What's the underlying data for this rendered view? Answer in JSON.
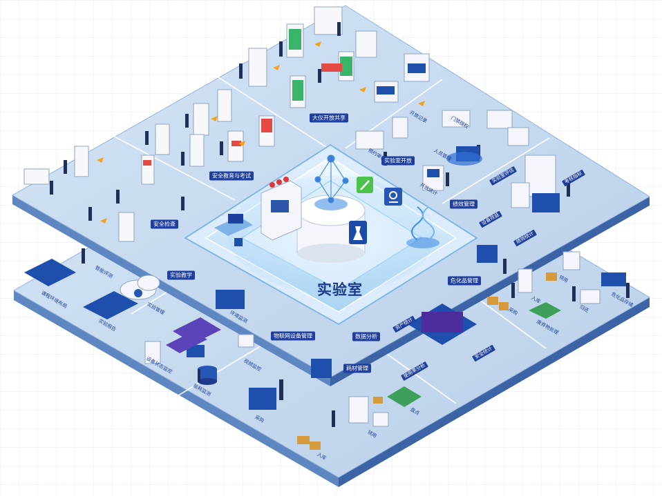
{
  "center": {
    "title": "实验室"
  },
  "upper_platform": {
    "modules": [
      "大仪开放共享",
      "实验室开放",
      "绩效管理",
      "安全教育与考试",
      "安全检查"
    ]
  },
  "lower_platform": {
    "modules": [
      "危化品管理",
      "实验教学",
      "物联网设备管理",
      "数据分析",
      "耗材管理"
    ]
  },
  "small_labels": {
    "teaching": [
      "课程环境布局",
      "实验管理",
      "实验报告",
      "智能评测"
    ],
    "iot": [
      "设备状态监控",
      "环境监测",
      "能耗监测",
      "视频监控"
    ],
    "open_lab": [
      "预约审批",
      "开放记录",
      "门禁授权",
      "人员管理",
      "开放统计"
    ],
    "performance": [
      "实验室评估",
      "设备效益",
      "考核指标",
      "绩效统计"
    ],
    "data": [
      "资产统计",
      "使用率分析",
      "安全统计"
    ],
    "chem": [
      "采购",
      "入库",
      "领用",
      "归还",
      "废弃物处理",
      "危化品存储"
    ],
    "consumable": [
      "采购",
      "入库",
      "领用",
      "盘点"
    ]
  },
  "colors": {
    "deck_top": "#c6d9ee",
    "deck_side_left": "#5e86c0",
    "deck_side_right": "#3c63a6",
    "label_bg": "#1e3f9e",
    "center_glow": "#e8f4ff",
    "arrow": "#f4a21c"
  }
}
